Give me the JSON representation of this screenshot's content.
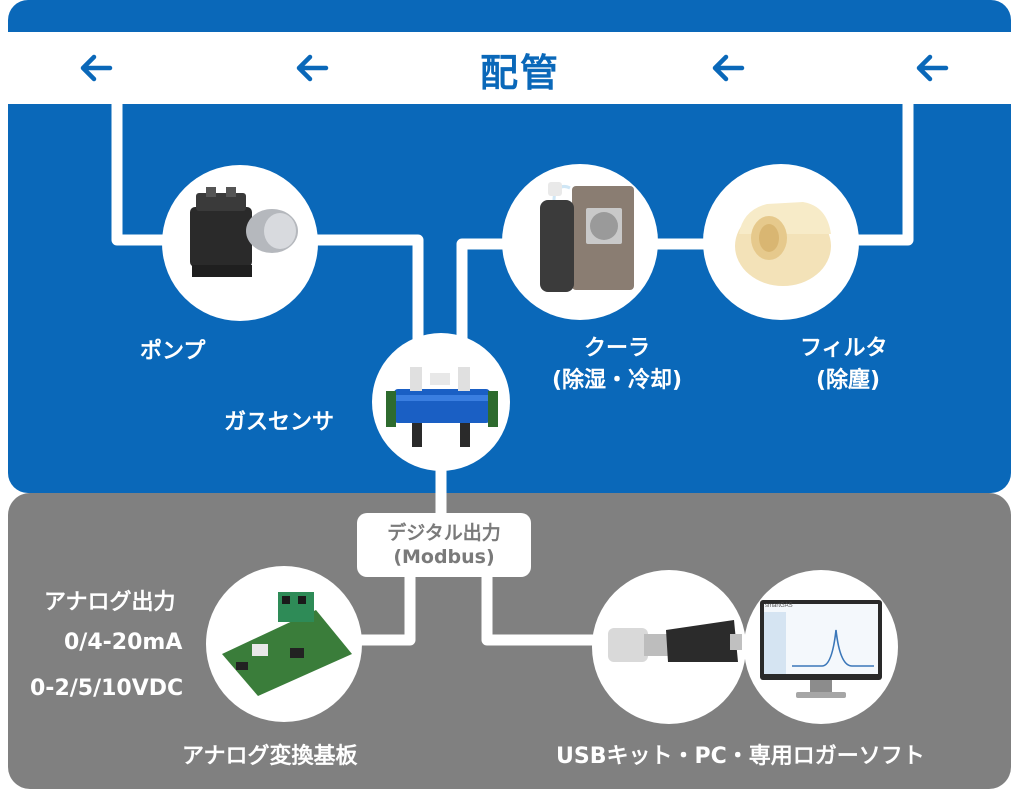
{
  "piping": {
    "title": "配管",
    "arrow_icon": "arrow-left-icon"
  },
  "components": {
    "pump": "ポンプ",
    "cooler": "クーラ",
    "cooler_sub": "(除湿・冷却)",
    "filter": "フィルタ",
    "filter_sub": "(除塵)",
    "gas_sensor": "ガスセンサ"
  },
  "digital_output": {
    "line1": "デジタル出力",
    "line2": "(Modbus)"
  },
  "analog_output": {
    "title": "アナログ出力",
    "signal1": "0/4-20mA",
    "signal2": "0-2/5/10VDC",
    "board": "アナログ変換基板"
  },
  "usb": {
    "label": "USBキット・PC・専用ロガーソフト",
    "screen_brand": "smartGAS"
  },
  "colors": {
    "blue": "#0a68b9",
    "gray": "#808080",
    "white": "#ffffff"
  }
}
